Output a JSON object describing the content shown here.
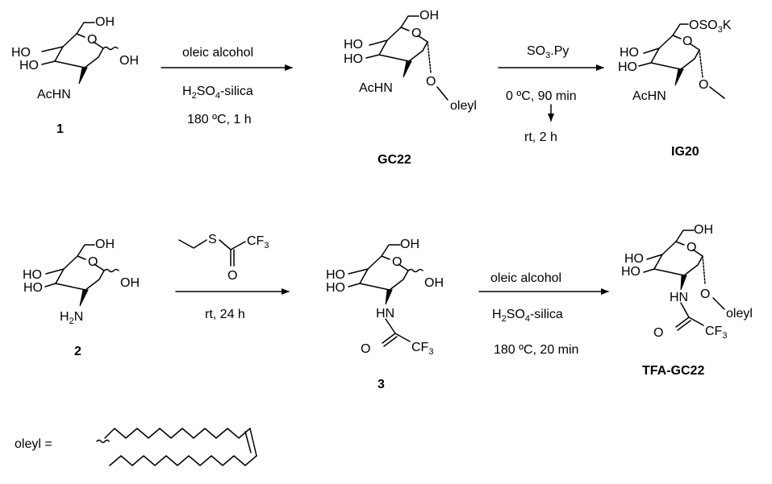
{
  "row1": {
    "mol1": {
      "labels": {
        "oh6": "OH",
        "ho4": "HO",
        "ho3": "HO",
        "o5": "O",
        "oh1": "OH",
        "nh": "AcHN"
      },
      "id": "1"
    },
    "arrow1": {
      "above": "oleic alcohol",
      "below1_a": "H",
      "below1_sub": "2",
      "below1_b": "SO",
      "below1_sub2": "4",
      "below1_c": "-silica",
      "below2": "180 ºC, 1 h"
    },
    "gc22": {
      "labels": {
        "oh6": "OH",
        "ho4": "HO",
        "ho3": "HO",
        "o5": "O",
        "nh": "AcHN",
        "o1": "O",
        "oleyl": "oleyl"
      },
      "id": "GC22"
    },
    "arrow2": {
      "above_a": "SO",
      "above_sub": "3",
      "above_b": ".Py",
      "below1": "0 ºC, 90 min",
      "below2": "rt, 2 h"
    },
    "ig20": {
      "labels": {
        "os_a": "OSO",
        "os_sub": "3",
        "os_b": "K",
        "ho4": "HO",
        "ho3": "HO",
        "o5": "O",
        "nh": "AcHN",
        "o1": "O"
      },
      "id": "IG20"
    }
  },
  "row2": {
    "mol2": {
      "labels": {
        "oh6": "OH",
        "ho4": "HO",
        "ho3": "HO",
        "o5": "O",
        "oh1": "OH",
        "nh_a": "H",
        "nh_sub": "2",
        "nh_b": "N"
      },
      "id": "2"
    },
    "arrow3": {
      "reagent_s": "S",
      "reagent_cf_a": "CF",
      "reagent_cf_sub": "3",
      "reagent_o": "O",
      "below": "rt, 24 h"
    },
    "mol3": {
      "labels": {
        "oh6": "OH",
        "ho4": "HO",
        "ho3": "HO",
        "o5": "O",
        "oh1": "OH",
        "hn": "HN",
        "o": "O",
        "cf_a": "CF",
        "cf_sub": "3"
      },
      "id": "3"
    },
    "arrow4": {
      "above": "oleic alcohol",
      "below1_a": "H",
      "below1_sub": "2",
      "below1_b": "SO",
      "below1_sub2": "4",
      "below1_c": "-silica",
      "below2": "180 ºC, 20 min"
    },
    "tfa": {
      "labels": {
        "oh6": "OH",
        "ho4": "HO",
        "ho3": "HO",
        "o5": "O",
        "hn": "HN",
        "o1": "O",
        "oleyl": "oleyl",
        "o": "O",
        "cf_a": "CF",
        "cf_sub": "3"
      },
      "id": "TFA-GC22"
    }
  },
  "legend": {
    "oleyl_eq": "oleyl ="
  }
}
